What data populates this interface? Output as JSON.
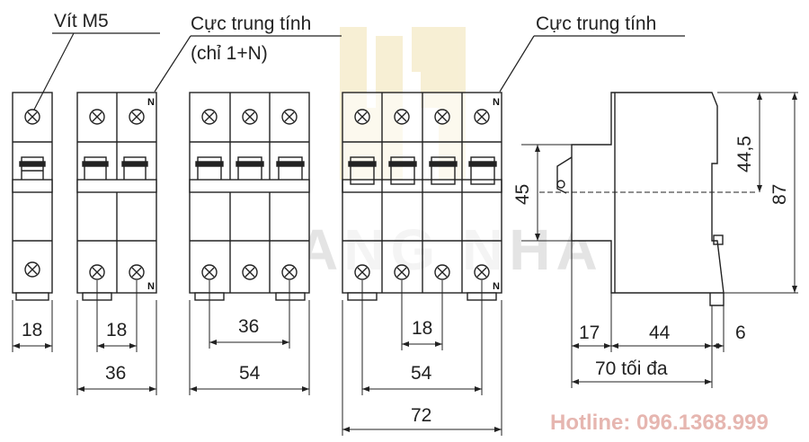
{
  "labels": {
    "screw": "Vít M5",
    "neutral_pole": "Cực trung tính",
    "neutral_note": "(chỉ 1+N)",
    "neutral_pole_4p": "Cực trung tính",
    "n_mark": "N"
  },
  "dimensions": {
    "w_1p": "18",
    "w_2p_pole": "18",
    "w_2p_total": "36",
    "w_3p_inner": "36",
    "w_3p_total": "54",
    "w_4p_pole": "18",
    "w_4p_inner": "54",
    "w_4p_total": "72",
    "h_toggle": "45",
    "h_front": "44,5",
    "h_total": "87",
    "side_17": "17",
    "side_44": "44",
    "side_6": "6",
    "side_total": "70 tối đa"
  },
  "watermark": {
    "brand": "HOANG NHAT",
    "hotline": "Hotline: 096.1368.999"
  }
}
